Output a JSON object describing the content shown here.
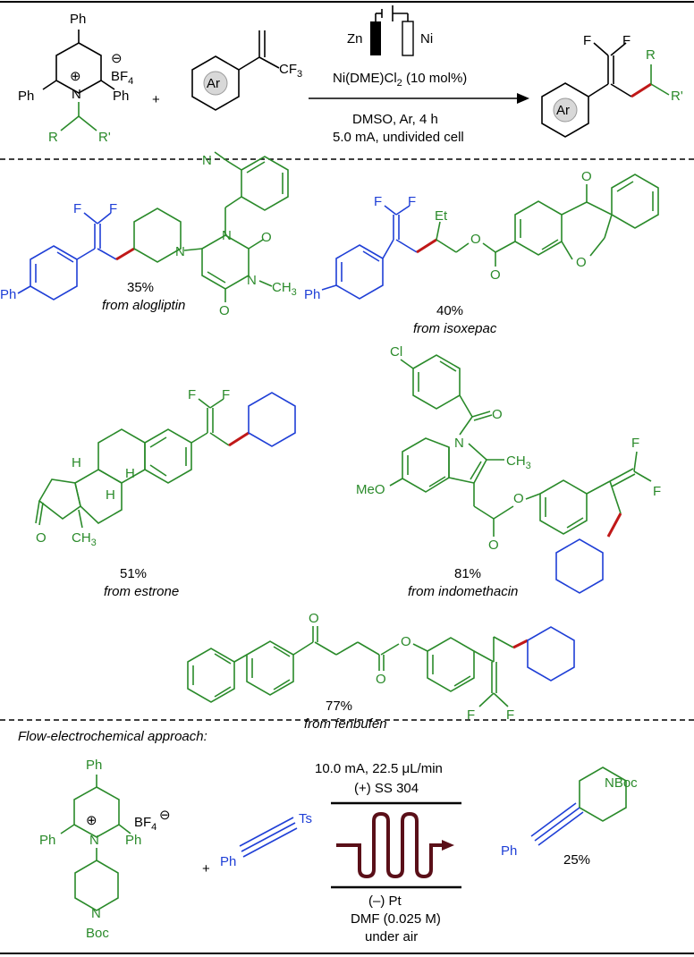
{
  "scheme": {
    "reagent_pyridinium": {
      "ph_top": "Ph",
      "ph_left": "Ph",
      "ph_right": "Ph",
      "n": "N",
      "plus": "⊕",
      "minus": "⊖",
      "counter": "BF",
      "counter_sub": "4",
      "r": "R",
      "rp": "R'"
    },
    "reagent_alkene": {
      "ar": "Ar",
      "cf": "CF",
      "cf_sub": "3"
    },
    "plus_sign": "+",
    "cell": {
      "zn": "Zn",
      "ni": "Ni"
    },
    "cond_above": "Ni(DME)Cl",
    "cond_above_sub": "2",
    "cond_above_tail": " (10 mol%)",
    "cond_below_1": "DMSO, Ar, 4 h",
    "cond_below_2": "5.0 mA, undivided cell",
    "product": {
      "f1": "F",
      "f2": "F",
      "r": "R",
      "rp": "R'",
      "ar": "Ar"
    }
  },
  "examples": [
    {
      "yield": "35%",
      "source": "from alogliptin"
    },
    {
      "yield": "40%",
      "source": "from isoxepac"
    },
    {
      "yield": "51%",
      "source": "from estrone"
    },
    {
      "yield": "81%",
      "source": "from indomethacin"
    },
    {
      "yield": "77%",
      "source": "from fenbufen"
    }
  ],
  "atoms": {
    "ex1": {
      "cn": "N",
      "f1": "F",
      "f2": "F",
      "n1": "N",
      "n2": "N",
      "n3": "N",
      "o1": "O",
      "o2": "O",
      "ch3": "CH",
      "ch3_sub": "3",
      "ph": "Ph"
    },
    "ex2": {
      "f1": "F",
      "f2": "F",
      "et": "Et",
      "o1": "O",
      "o2": "O",
      "o3": "O",
      "o4": "O",
      "ph": "Ph"
    },
    "ex3": {
      "f1": "F",
      "f2": "F",
      "h1": "H",
      "h2": "H",
      "h3": "H",
      "o": "O",
      "ch3": "CH",
      "ch3_sub": "3"
    },
    "ex4": {
      "cl": "Cl",
      "o1": "O",
      "n": "N",
      "ch3": "CH",
      "ch3_sub": "3",
      "meo": "MeO",
      "o2": "O",
      "o3": "O",
      "f1": "F",
      "f2": "F"
    },
    "ex5": {
      "o1": "O",
      "o2": "O",
      "o3": "O",
      "f1": "F",
      "f2": "F"
    }
  },
  "flow": {
    "heading": "Flow-electrochemical approach:",
    "reagent": {
      "ph_top": "Ph",
      "ph_left": "Ph",
      "ph_right": "Ph",
      "n": "N",
      "plus": "⊕",
      "minus": "⊖",
      "counter": "BF",
      "counter_sub": "4",
      "n2": "N",
      "boc": "Boc"
    },
    "plus_sign": "+",
    "alkyne": {
      "ph": "Ph",
      "ts": "Ts"
    },
    "cond_1": "10.0  mA, 22.5 μL/min",
    "cond_2": "(+) SS 304",
    "cond_3": "(–) Pt",
    "cond_4": "DMF (0.025 M)",
    "cond_5": "under air",
    "product": {
      "ph": "Ph",
      "nboc": "NBoc"
    },
    "yield": "25%"
  }
}
